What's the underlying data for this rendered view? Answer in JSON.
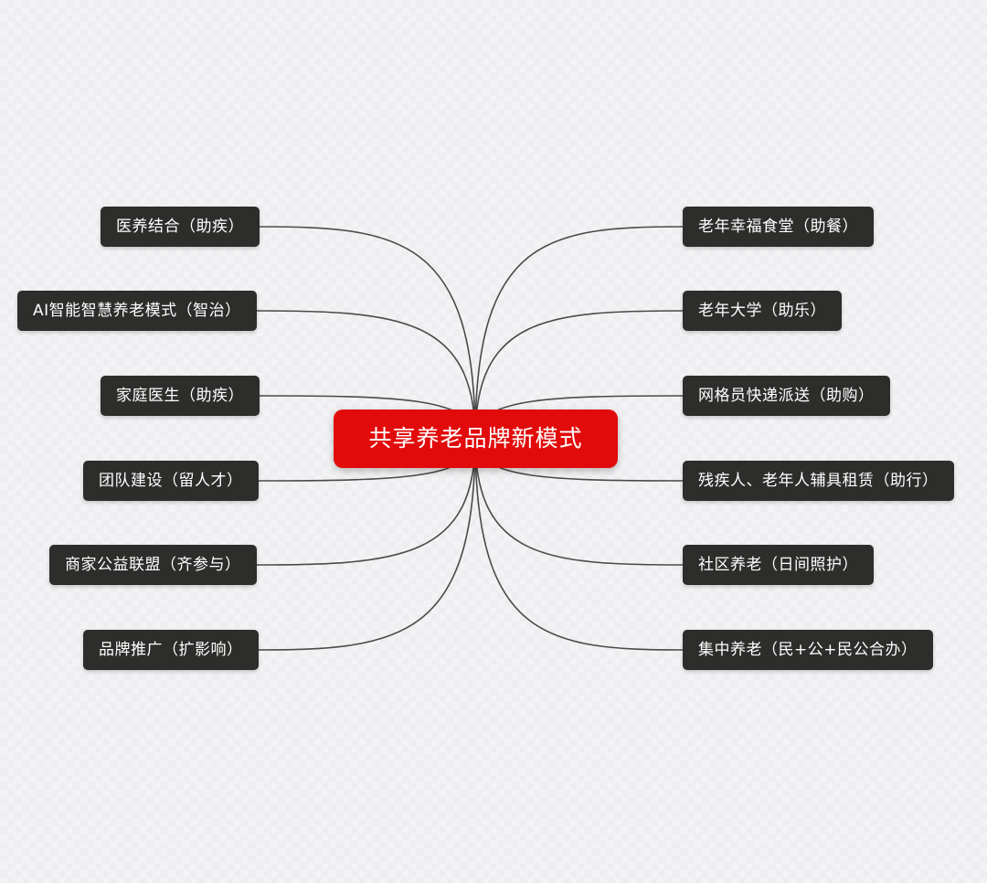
{
  "center": {
    "label": "共享养老品牌新模式",
    "color": "#e20b0b"
  },
  "node_color": "#2d2d2b",
  "link_color": "#4a4a4a",
  "left_branches": [
    {
      "label": "医养结合（助疾）"
    },
    {
      "label": "AI智能智慧养老模式（智治）"
    },
    {
      "label": "家庭医生（助疾）"
    },
    {
      "label": "团队建设（留人才）"
    },
    {
      "label": "商家公益联盟（齐参与）"
    },
    {
      "label": "品牌推广（扩影响）"
    }
  ],
  "right_branches": [
    {
      "label": "老年幸福食堂（助餐）"
    },
    {
      "label": "老年大学（助乐）"
    },
    {
      "label": "网格员快递派送（助购）"
    },
    {
      "label": "残疾人、老年人辅具租赁（助行）"
    },
    {
      "label": "社区养老（日间照护）"
    },
    {
      "label": "集中养老（民+公+民公合办）"
    }
  ]
}
